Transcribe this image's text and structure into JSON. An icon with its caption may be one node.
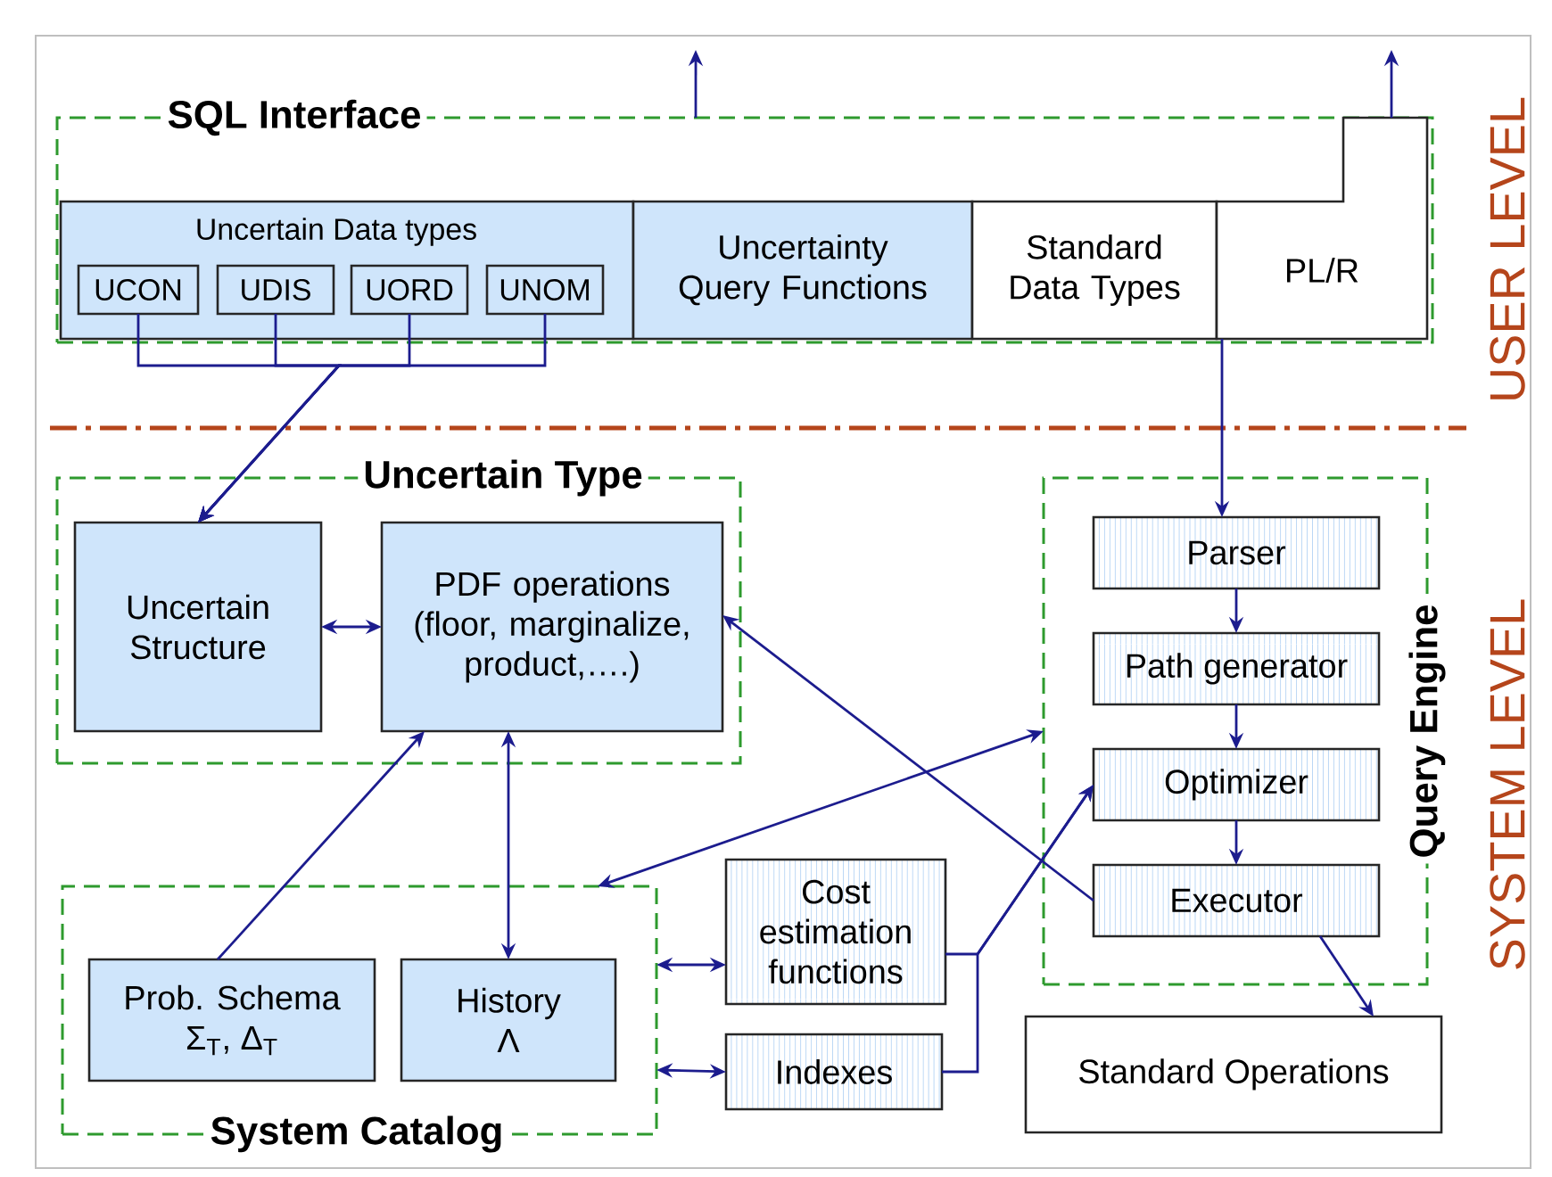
{
  "diagram": {
    "nodes": [
      {
        "text": [
          "SQL Interface"
        ]
      },
      {
        "text": [
          "Uncertain Data types"
        ],
        "in": 0
      },
      {
        "text": [
          "UCON"
        ],
        "in": 1
      },
      {
        "text": [
          "UDIS"
        ],
        "in": 1
      },
      {
        "text": [
          "UORD"
        ],
        "in": 1
      },
      {
        "text": [
          "UNOM"
        ],
        "in": 1
      },
      {
        "text": [
          "Uncertainty Query Functions"
        ],
        "in": 0
      },
      {
        "text": [
          "Standard Data Types"
        ],
        "in": 0
      },
      {
        "text": [
          "PL/R"
        ],
        "in": 0
      },
      {
        "text": [
          "Uncertain Type"
        ]
      },
      {
        "text": [
          "Uncertain Structure"
        ],
        "in": 9
      },
      {
        "text": [
          "PDF operations (floor, marginalize, product,….)"
        ],
        "in": 9
      },
      {
        "text": [
          "Query Engine"
        ]
      },
      {
        "text": [
          "Parser"
        ],
        "in": 12
      },
      {
        "text": [
          "Path generator"
        ],
        "in": 12
      },
      {
        "text": [
          "Optimizer"
        ],
        "in": 12
      },
      {
        "text": [
          "Executor"
        ],
        "in": 12
      },
      {
        "text": [
          "System Catalog"
        ]
      },
      {
        "text": [
          "Prob. Schema",
          "Σ$_{T}$, Δ$_{T}$"
        ],
        "in": 17
      },
      {
        "text": [
          "History",
          "Λ"
        ],
        "in": 17
      },
      {
        "text": [
          "Cost estimation functions"
        ]
      },
      {
        "text": [
          "Indexes"
        ]
      },
      {
        "text": [
          "Standard Operations"
        ]
      }
    ],
    "edges": [
      {
        "from": 2,
        "to": 10,
        "arrow": "to"
      },
      {
        "from": 3,
        "to": 10,
        "arrow": "to"
      },
      {
        "from": 4,
        "to": 10,
        "arrow": "to"
      },
      {
        "from": 5,
        "to": 10,
        "arrow": "to"
      },
      {
        "from": 0,
        "to": null,
        "arrow": "to"
      },
      {
        "from": 8,
        "to": null,
        "arrow": "to"
      },
      {
        "from": 8,
        "to": 13,
        "arrow": "to"
      },
      {
        "from": 10,
        "to": 11,
        "arrow": "both"
      },
      {
        "from": 18,
        "to": 11,
        "arrow": "to"
      },
      {
        "from": 11,
        "to": 19,
        "arrow": "both"
      },
      {
        "from": 16,
        "to": 11,
        "arrow": "to"
      },
      {
        "from": 12,
        "to": 17,
        "arrow": "both"
      },
      {
        "from": 17,
        "to": 20,
        "arrow": "both"
      },
      {
        "from": 17,
        "to": 21,
        "arrow": "both"
      },
      {
        "from": 20,
        "to": 15,
        "arrow": "to"
      },
      {
        "from": 21,
        "to": 15,
        "arrow": "to"
      },
      {
        "from": 13,
        "to": 14,
        "arrow": "to"
      },
      {
        "from": 14,
        "to": 15,
        "arrow": "to"
      },
      {
        "from": 15,
        "to": 16,
        "arrow": "to"
      },
      {
        "from": 16,
        "to": 22,
        "arrow": "to"
      }
    ],
    "labels": [
      "USER LEVEL",
      "SYSTEM LEVEL"
    ]
  }
}
